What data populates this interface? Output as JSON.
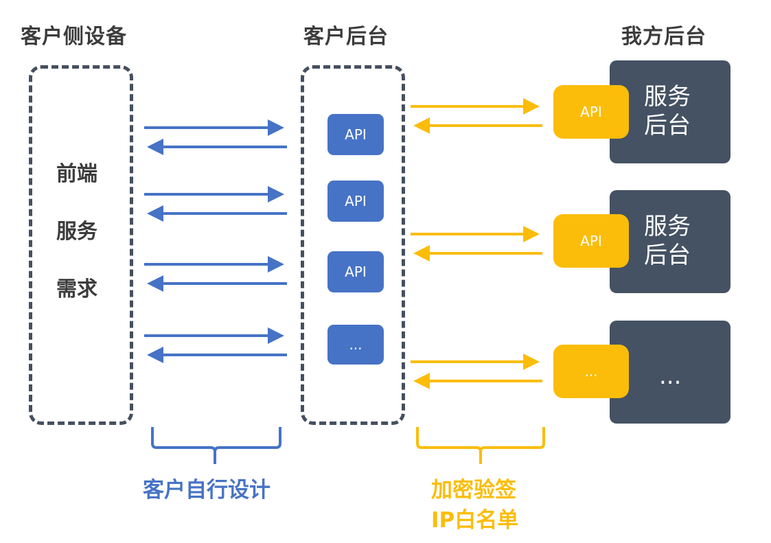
{
  "titles": {
    "client_device": "客户侧设备",
    "client_backend": "客户后台",
    "our_backend": "我方后台"
  },
  "client_device": {
    "lines": [
      "前端",
      "服务",
      "需求"
    ]
  },
  "client_backend": {
    "apis": [
      "API",
      "API",
      "API",
      "..."
    ]
  },
  "our_backend": {
    "servers": [
      {
        "api": "API",
        "label": "服务\n后台"
      },
      {
        "api": "API",
        "label": "服务\n后台"
      },
      {
        "api": "...",
        "label": "..."
      }
    ]
  },
  "annotations": {
    "left": "客户自行设计",
    "right_line1": "加密验签",
    "right_line2": "IP白名单"
  },
  "colors": {
    "blue": "#4673c6",
    "yellow": "#fbbd0a",
    "dark": "#455263",
    "dashed": "#45505f"
  }
}
